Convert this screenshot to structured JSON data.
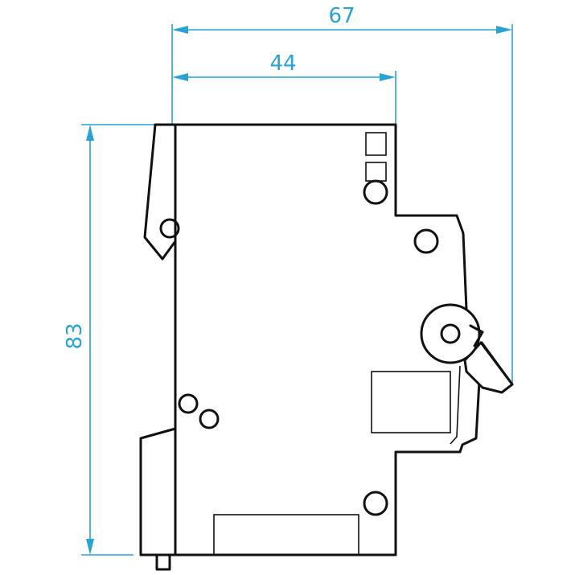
{
  "dimensions": {
    "overall_depth": "67",
    "mounting_depth": "44",
    "height": "83"
  },
  "colors": {
    "dimension": "#29a3d6",
    "outline": "#111111",
    "background": "#ffffff"
  }
}
